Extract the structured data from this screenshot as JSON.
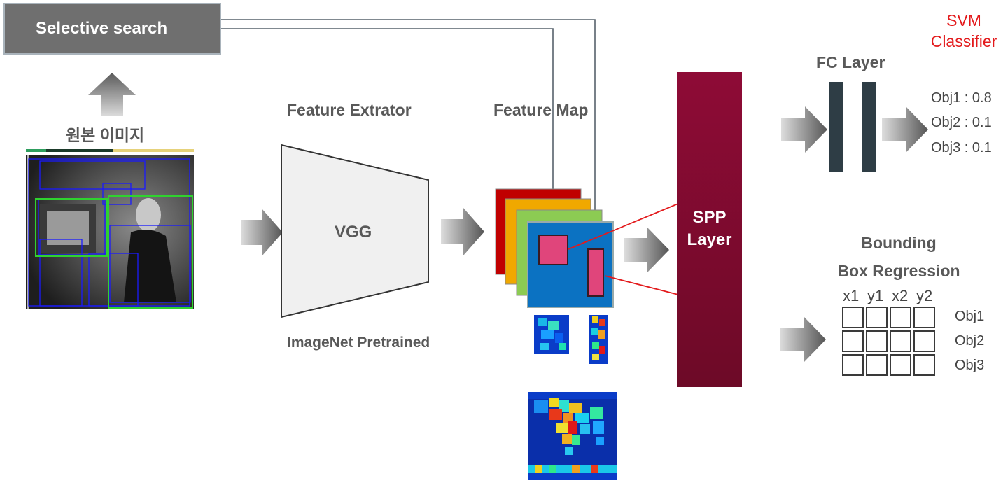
{
  "selective_search": {
    "label": "Selective search"
  },
  "source_image": {
    "label": "원본 이미지"
  },
  "feature_extractor": {
    "title": "Feature Extrator",
    "model": "VGG",
    "subtitle": "ImageNet Pretrained"
  },
  "feature_map": {
    "title": "Feature Map"
  },
  "spp_layer": {
    "line1": "SPP",
    "line2": "Layer"
  },
  "fc_layer": {
    "title": "FC Layer"
  },
  "svm": {
    "line1": "SVM",
    "line2": "Classifier"
  },
  "scores": [
    "Obj1 : 0.8",
    "Obj2 : 0.1",
    "Obj3 : 0.1"
  ],
  "bbox_regression": {
    "line1": "Bounding",
    "line2": "Box Regression",
    "columns": [
      "x1",
      "y1",
      "x2",
      "y2"
    ],
    "rows": [
      "Obj1",
      "Obj2",
      "Obj3"
    ]
  },
  "colors": {
    "spp": "#7d0a2e",
    "fc_bar": "#2e3d45",
    "svm_text": "#e31a1c",
    "proposal_box": "#e0457b",
    "feature_map_front": "#0b72c2",
    "arrow_gray": "#6e6e6e"
  }
}
